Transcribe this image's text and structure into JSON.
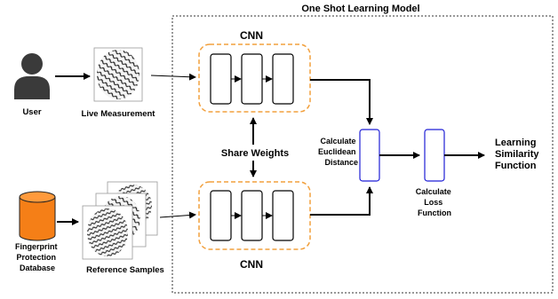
{
  "title": "One Shot Learning Model",
  "user": {
    "label": "User"
  },
  "live": {
    "label": "Live Measurement"
  },
  "database": {
    "lines": [
      "Fingerprint",
      "Protection",
      "Database"
    ]
  },
  "reference": {
    "label": "Reference Samples"
  },
  "cnn_top": {
    "label": "CNN"
  },
  "cnn_bottom": {
    "label": "CNN"
  },
  "share": {
    "label": "Share Weights"
  },
  "euclid": {
    "lines": [
      "Calculate",
      "Euclidean",
      "Distance"
    ]
  },
  "loss": {
    "lines": [
      "Calculate",
      "Loss",
      "Function"
    ]
  },
  "output": {
    "lines": [
      "Learning",
      "Similarity",
      "Function"
    ]
  },
  "colors": {
    "cnn_border": "#f2a03d",
    "calc_border": "#1f1fd6",
    "db_fill": "#f57f17",
    "user_fill": "#3a3a3a"
  }
}
